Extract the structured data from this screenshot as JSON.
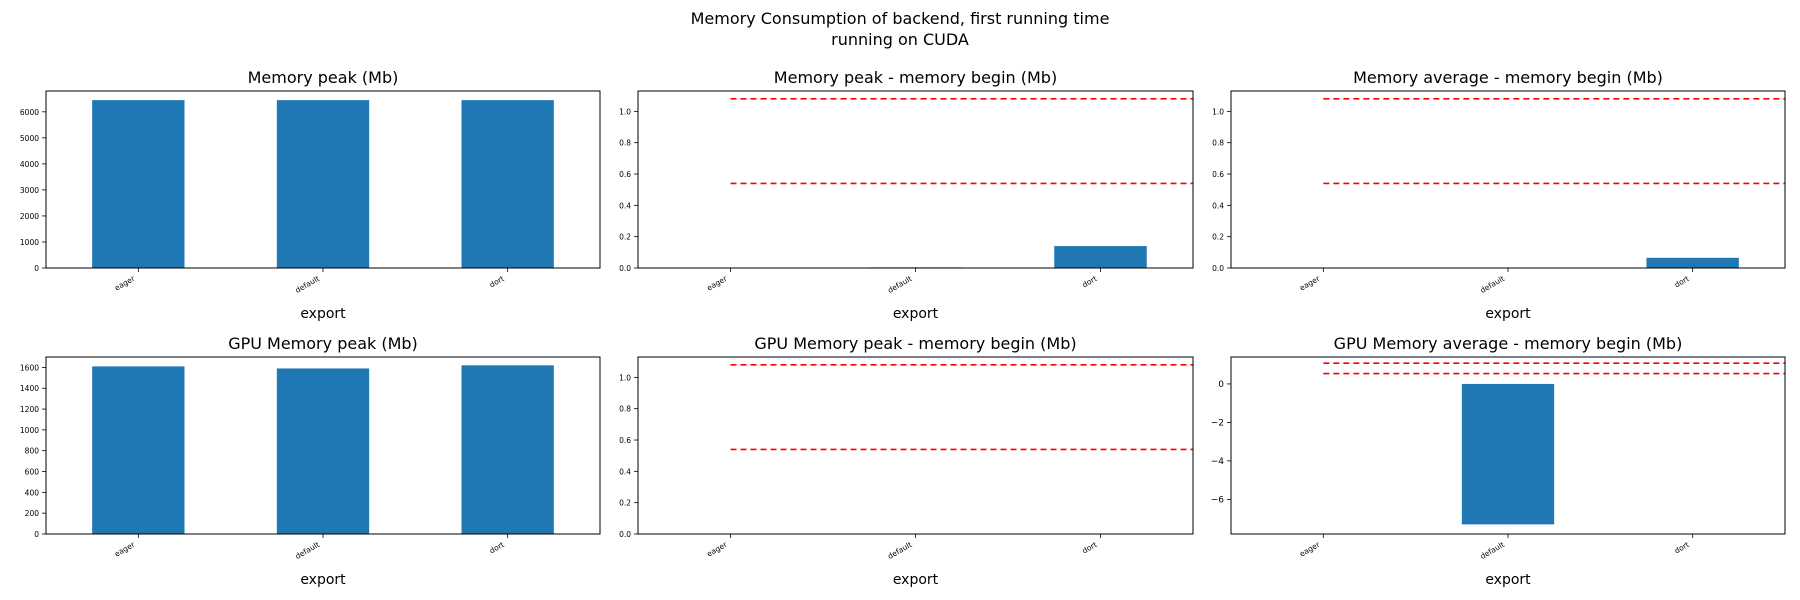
{
  "figure": {
    "title_line1": "Memory Consumption of backend, first running time",
    "title_line2": "running on CUDA"
  },
  "colors": {
    "bar": "#1f77b4",
    "reference_line": "#ff0000",
    "axis": "#000000",
    "background": "#ffffff"
  },
  "chart_data": [
    {
      "type": "bar",
      "title": "Memory peak (Mb)",
      "xlabel": "export",
      "ylabel": "",
      "categories": [
        "eager",
        "default",
        "dort"
      ],
      "values": [
        6450,
        6450,
        6450
      ],
      "ylim": [
        0,
        6800
      ],
      "yticks": [
        0,
        1000,
        2000,
        3000,
        4000,
        5000,
        6000
      ],
      "hlines": [],
      "grid": false
    },
    {
      "type": "bar",
      "title": "Memory peak - memory begin (Mb)",
      "xlabel": "export",
      "ylabel": "",
      "categories": [
        "eager",
        "default",
        "dort"
      ],
      "values": [
        0,
        0.004,
        0.14
      ],
      "ylim": [
        0,
        1.13
      ],
      "yticks": [
        0.0,
        0.2,
        0.4,
        0.6,
        0.8,
        1.0
      ],
      "hlines": [
        1.08,
        0.54
      ],
      "grid": false
    },
    {
      "type": "bar",
      "title": "Memory average - memory begin (Mb)",
      "xlabel": "export",
      "ylabel": "",
      "categories": [
        "eager",
        "default",
        "dort"
      ],
      "values": [
        0,
        0,
        0.065
      ],
      "ylim": [
        0,
        1.13
      ],
      "yticks": [
        0.0,
        0.2,
        0.4,
        0.6,
        0.8,
        1.0
      ],
      "hlines": [
        1.08,
        0.54
      ],
      "grid": false
    },
    {
      "type": "bar",
      "title": "GPU Memory peak (Mb)",
      "xlabel": "export",
      "ylabel": "",
      "categories": [
        "eager",
        "default",
        "dort"
      ],
      "values": [
        1610,
        1590,
        1620
      ],
      "ylim": [
        0,
        1700
      ],
      "yticks": [
        0,
        200,
        400,
        600,
        800,
        1000,
        1200,
        1400,
        1600
      ],
      "hlines": [],
      "grid": false
    },
    {
      "type": "bar",
      "title": "GPU Memory peak - memory begin (Mb)",
      "xlabel": "export",
      "ylabel": "",
      "categories": [
        "eager",
        "default",
        "dort"
      ],
      "values": [
        0,
        0,
        0
      ],
      "ylim": [
        0,
        1.13
      ],
      "yticks": [
        0.0,
        0.2,
        0.4,
        0.6,
        0.8,
        1.0
      ],
      "hlines": [
        1.08,
        0.54
      ],
      "grid": false
    },
    {
      "type": "bar",
      "title": "GPU Memory average - memory begin (Mb)",
      "xlabel": "export",
      "ylabel": "",
      "categories": [
        "eager",
        "default",
        "dort"
      ],
      "values": [
        0,
        -7.3,
        0
      ],
      "ylim": [
        -7.8,
        1.4
      ],
      "yticks": [
        0,
        -2,
        -4,
        -6
      ],
      "ytick_labels": [
        "0",
        "−2",
        "−4",
        "−6"
      ],
      "hlines": [
        1.08,
        0.54
      ],
      "grid": false
    }
  ]
}
